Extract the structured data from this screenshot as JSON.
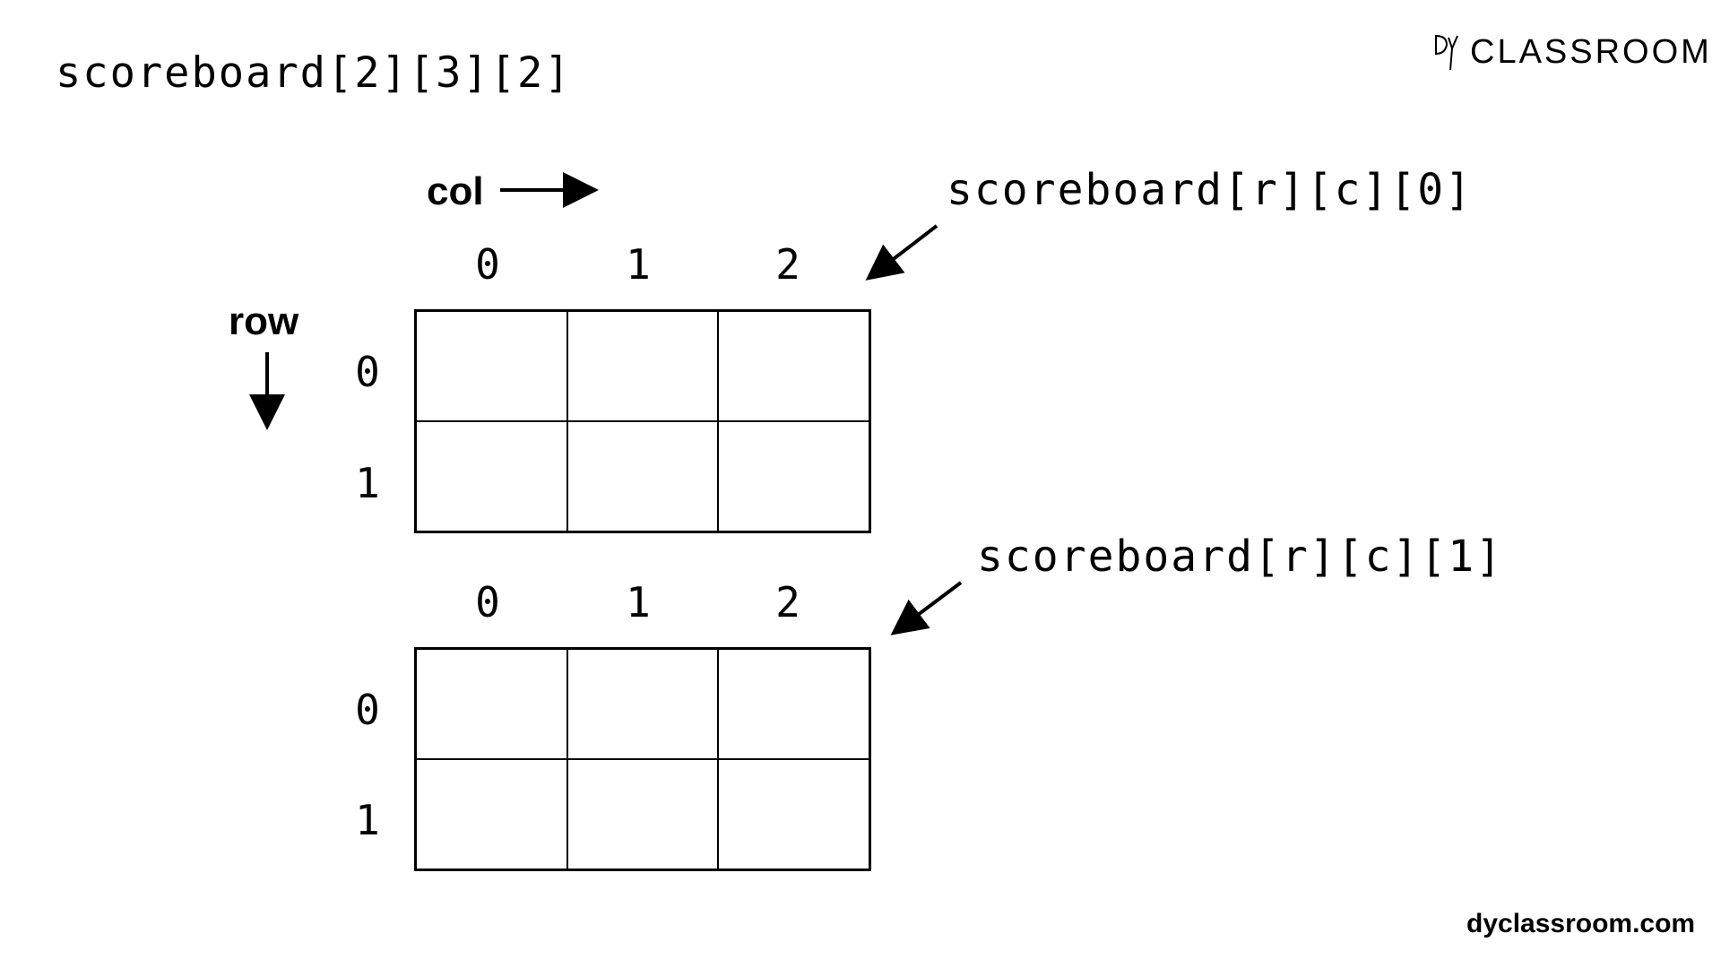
{
  "title": "scoreboard[2][3][2]",
  "logo": {
    "text": "CLASSROOM",
    "mark": "dy-logo-icon"
  },
  "site": "dyclassroom.com",
  "axes": {
    "col": "col",
    "row": "row"
  },
  "column_indices": [
    "0",
    "1",
    "2"
  ],
  "row_indices": [
    "0",
    "1"
  ],
  "layers": [
    {
      "label": "scoreboard[r][c][0]"
    },
    {
      "label": "scoreboard[r][c][1]"
    }
  ],
  "colors": {
    "ink": "#000000",
    "background": "#ffffff"
  }
}
